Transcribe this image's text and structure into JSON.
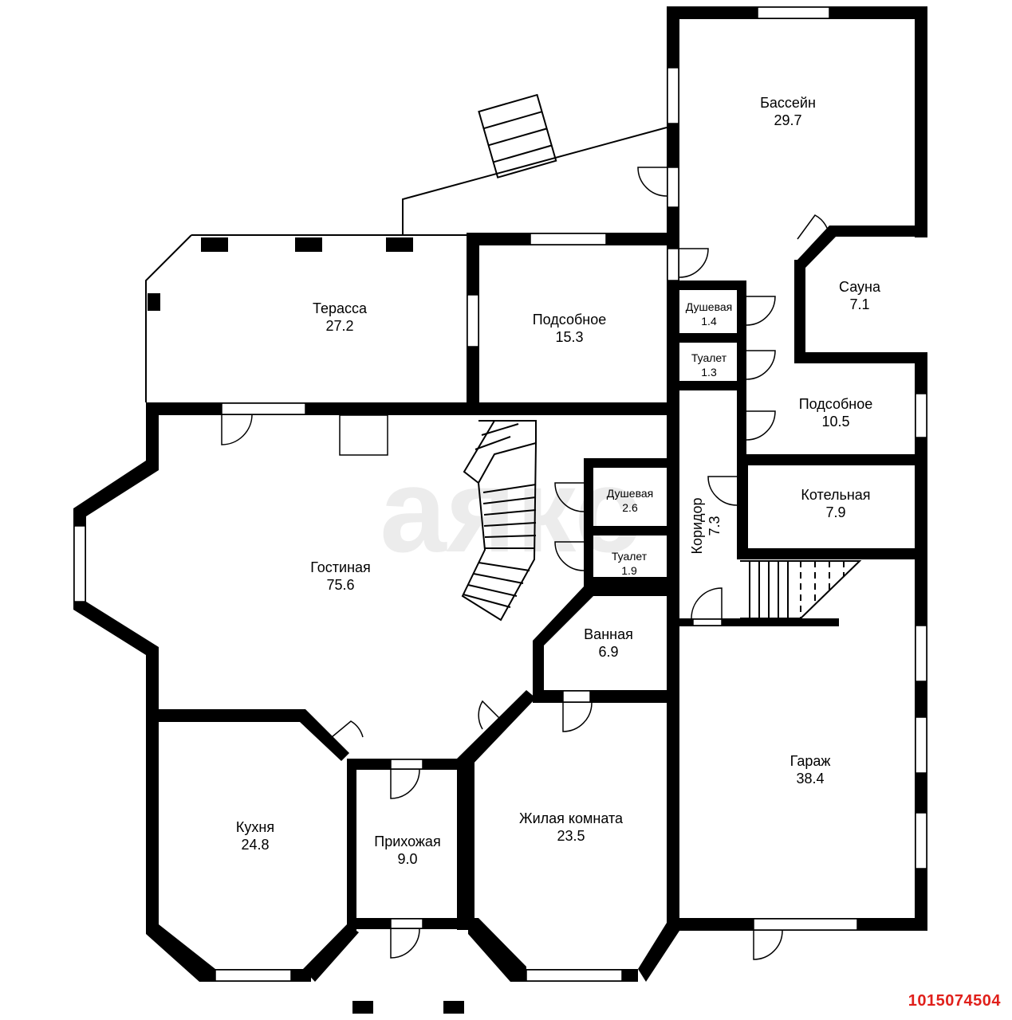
{
  "watermark": "аякс",
  "listing_id": "1015074504",
  "colors": {
    "wall": "#000000",
    "background": "#ffffff",
    "listing_id": "#e0201b"
  },
  "rooms": [
    {
      "id": "pool",
      "name": "Бассейн",
      "area": "29.7"
    },
    {
      "id": "terrace",
      "name": "Терасса",
      "area": "27.2"
    },
    {
      "id": "utility1",
      "name": "Подсобное",
      "area": "15.3"
    },
    {
      "id": "sauna",
      "name": "Сауна",
      "area": "7.1"
    },
    {
      "id": "shower1",
      "name": "Душевая",
      "area": "1.4"
    },
    {
      "id": "toilet1",
      "name": "Туалет",
      "area": "1.3"
    },
    {
      "id": "utility2",
      "name": "Подсобное",
      "area": "10.5"
    },
    {
      "id": "boiler",
      "name": "Котельная",
      "area": "7.9"
    },
    {
      "id": "shower2",
      "name": "Душевая",
      "area": "2.6"
    },
    {
      "id": "toilet2",
      "name": "Туалет",
      "area": "1.9"
    },
    {
      "id": "corridor",
      "name": "Коридор",
      "area": "7.3"
    },
    {
      "id": "living",
      "name": "Гостиная",
      "area": "75.6"
    },
    {
      "id": "bath",
      "name": "Ванная",
      "area": "6.9"
    },
    {
      "id": "garage",
      "name": "Гараж",
      "area": "38.4"
    },
    {
      "id": "bedroom",
      "name": "Жилая комната",
      "area": "23.5"
    },
    {
      "id": "kitchen",
      "name": "Кухня",
      "area": "24.8"
    },
    {
      "id": "hall",
      "name": "Прихожая",
      "area": "9.0"
    }
  ]
}
